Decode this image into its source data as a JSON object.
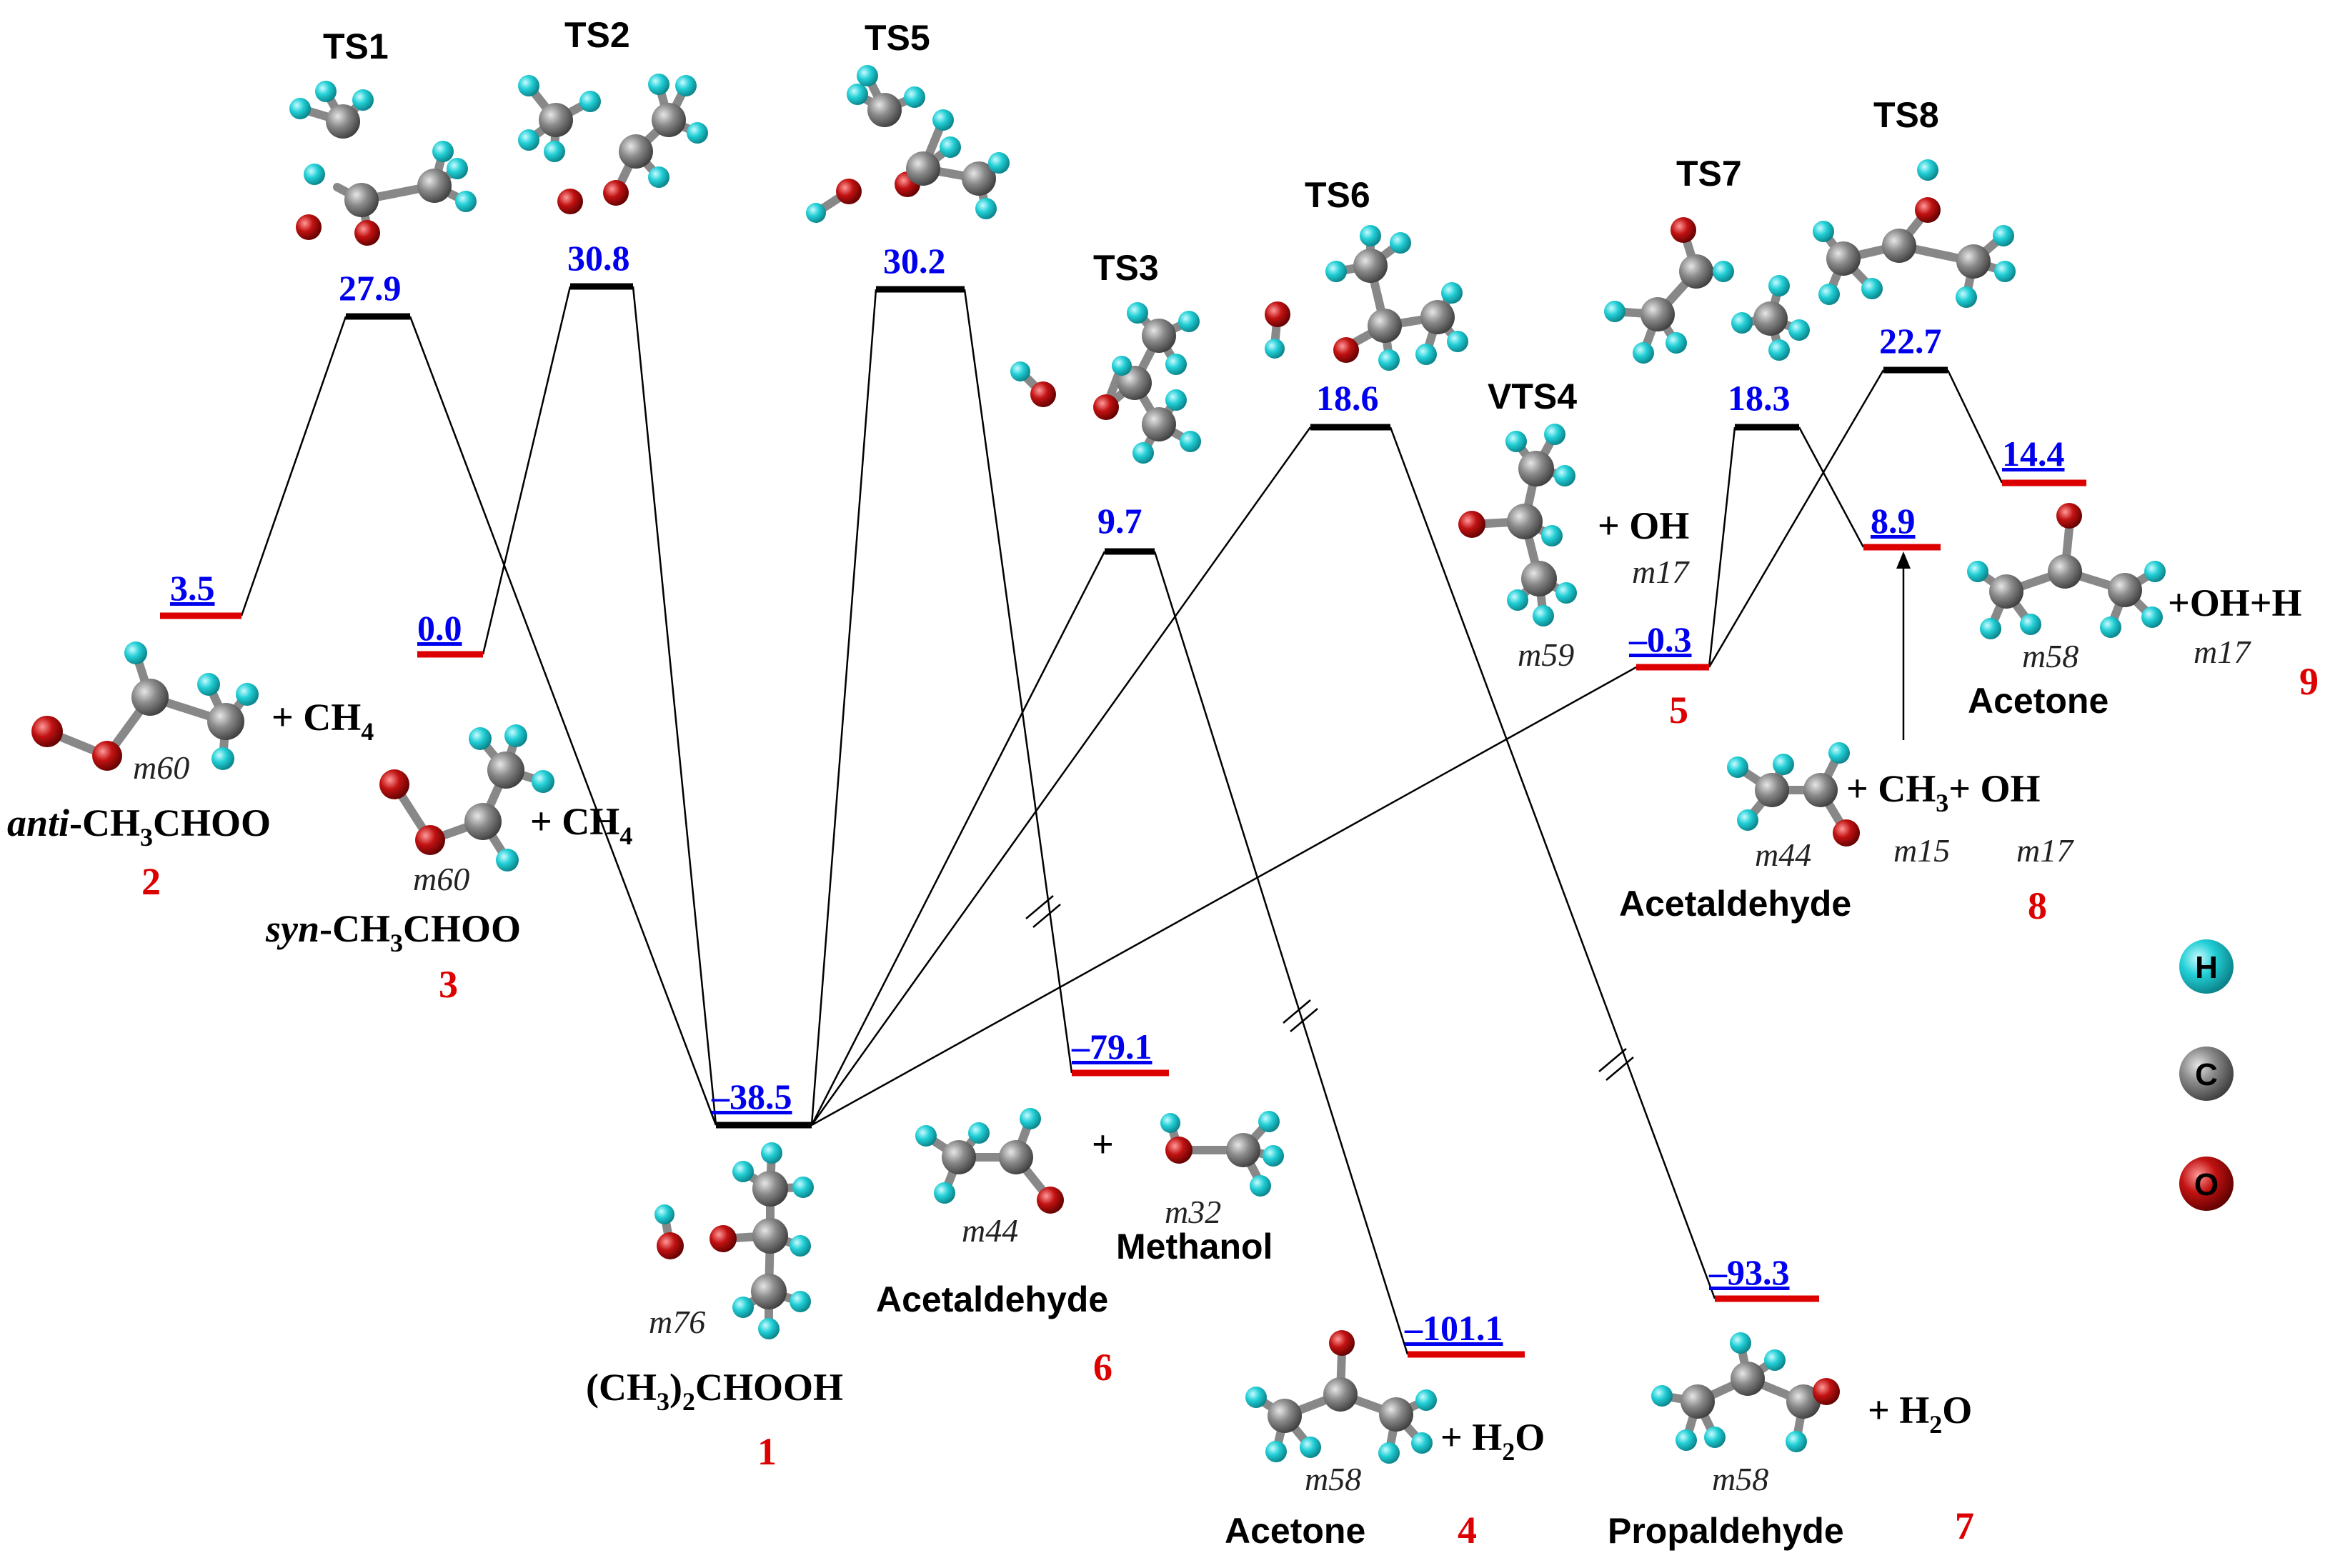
{
  "colors": {
    "energy_text": "#0000ee",
    "ts_level": "#000000",
    "min_level": "#dd0000",
    "species_number": "#dd0000",
    "atom_H": "#22cfd6",
    "atom_C": "#8a8a8a",
    "atom_O": "#c21212"
  },
  "transition_states": [
    {
      "id": "ts1",
      "label": "TS1",
      "energy": "27.9"
    },
    {
      "id": "ts2",
      "label": "TS2",
      "energy": "30.8"
    },
    {
      "id": "ts5",
      "label": "TS5",
      "energy": "30.2"
    },
    {
      "id": "ts3",
      "label": "TS3",
      "energy": "9.7"
    },
    {
      "id": "ts6",
      "label": "TS6",
      "energy": "18.6"
    },
    {
      "id": "ts7",
      "label": "TS7",
      "energy": "18.3"
    },
    {
      "id": "ts8",
      "label": "TS8",
      "energy": "22.7"
    },
    {
      "id": "vts4",
      "label": "VTS4",
      "energy": ""
    }
  ],
  "minima": [
    {
      "id": "m2",
      "energy": "3.5"
    },
    {
      "id": "m3",
      "energy": "0.0"
    },
    {
      "id": "m1",
      "energy": "–38.5"
    },
    {
      "id": "m6",
      "energy": "–79.1"
    },
    {
      "id": "m4",
      "energy": "–101.1"
    },
    {
      "id": "m7",
      "energy": "–93.3"
    },
    {
      "id": "m5",
      "energy": "–0.3"
    },
    {
      "id": "m8",
      "energy": "8.9"
    },
    {
      "id": "m9",
      "energy": "14.4"
    }
  ],
  "species": {
    "s2": {
      "mass": "m60",
      "plus": "+ CH",
      "plus_sub": "4",
      "pre": "anti",
      "name": "-CH",
      "sub1": "3",
      "name2": "CHOO",
      "number": "2"
    },
    "s3": {
      "mass": "m60",
      "plus": "+ CH",
      "plus_sub": "4",
      "pre": "syn",
      "name": "-CH",
      "sub1": "3",
      "name2": "CHOO",
      "number": "3"
    },
    "s1": {
      "mass": "m76",
      "f1": "(CH",
      "sub1": "3",
      "f2": ")",
      "sub2": "2",
      "f3": "CHOOH",
      "number": "1"
    },
    "s6": {
      "mass1": "m44",
      "plus": "+",
      "mass2": "m32",
      "name2": "Methanol",
      "name1": "Acetaldehyde",
      "number": "6"
    },
    "s4": {
      "mass": "m58",
      "plus": "+ H",
      "plus_sub": "2",
      "plus_end": "O",
      "name": "Acetone",
      "number": "4"
    },
    "s7": {
      "mass": "m58",
      "plus": "+ H",
      "plus_sub": "2",
      "plus_end": "O",
      "name": "Propaldehyde",
      "number": "7"
    },
    "s5": {
      "plus": "+ OH",
      "mass_oh": "m17",
      "mass": "m59",
      "number": "5"
    },
    "s8": {
      "plus": "+ CH",
      "plus_sub": "3",
      "plus_end": "+ OH",
      "mass1": "m44",
      "mass2": "m15",
      "mass3": "m17",
      "name": "Acetaldehyde",
      "number": "8"
    },
    "s9": {
      "plus": "+OH+H",
      "mass1": "m58",
      "mass2": "m17",
      "name": "Acetone",
      "number": "9"
    }
  },
  "legend": [
    {
      "letter": "H",
      "icon": "hydrogen-atom"
    },
    {
      "letter": "C",
      "icon": "carbon-atom"
    },
    {
      "letter": "O",
      "icon": "oxygen-atom"
    }
  ]
}
